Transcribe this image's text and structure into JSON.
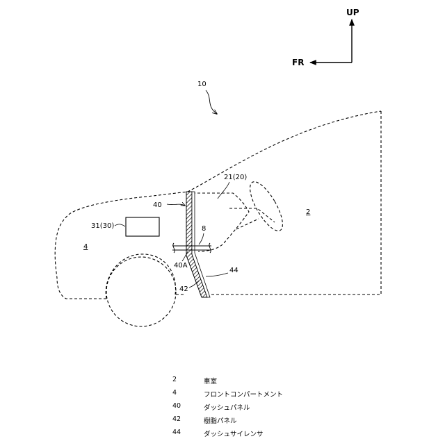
{
  "directions": {
    "up": "UP",
    "front": "FR"
  },
  "labels": {
    "vehicle": "10",
    "cabin": "2",
    "front_compartment": "4",
    "component": "31(30)",
    "steering": "21(20)",
    "dash_panel": "40",
    "dash_panel_part": "40A",
    "resin_panel": "42",
    "dash_silencer": "44",
    "member": "8"
  },
  "legend": [
    {
      "num": "2",
      "text": "車室"
    },
    {
      "num": "4",
      "text": "フロントコンパートメント"
    },
    {
      "num": "40",
      "text": "ダッシュパネル"
    },
    {
      "num": "42",
      "text": "樹脂パネル"
    },
    {
      "num": "44",
      "text": "ダッシュサイレンサ"
    }
  ]
}
